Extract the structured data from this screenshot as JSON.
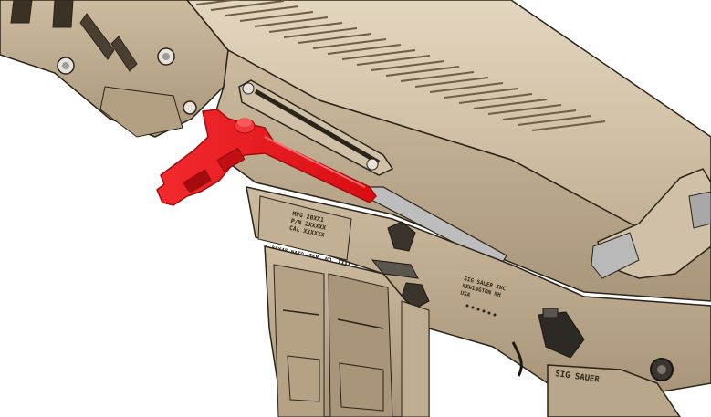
{
  "colors": {
    "background": "#ffffff",
    "receiver_tan": "#c6b498",
    "receiver_light": "#ddd0b8",
    "receiver_shadow": "#8f7c5f",
    "outline": "#2b241a",
    "charging_handle_red": "#e8141a",
    "charging_handle_dark": "#a40b0f",
    "channel_gray": "#bdbdbd",
    "hardware_gray": "#9c9c9c"
  },
  "engravings": {
    "rear_plate_lines": [
      "MFG 20XX1",
      "P/N 2XXXXX",
      "CAL XXXXXX"
    ],
    "rear_plate_bottom": [
      "5.56X45 NATO",
      "SER. NO. XXXX"
    ],
    "mid_plate_lines": [
      "SIG SAUER INC",
      "NEWINGTON NH",
      "USA"
    ],
    "grip_logo": "SIG SAUER"
  },
  "icons": [
    "charging-handle-icon",
    "bolt-catch-icon",
    "screw-icon",
    "selector-icon"
  ]
}
